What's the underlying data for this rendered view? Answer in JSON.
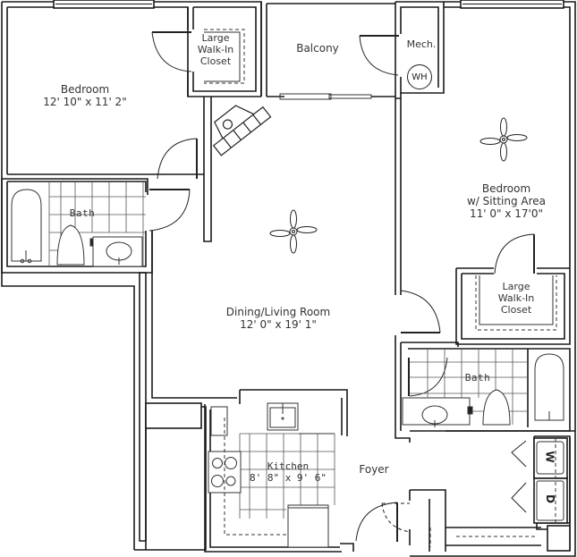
{
  "floorplan": {
    "title": "",
    "colors": {
      "wall": "#1a1a1a",
      "line": "#333333",
      "tile": "#555555",
      "background": "#ffffff"
    },
    "rooms": {
      "bedroom1": {
        "name": "Bedroom",
        "dims": "12' 10\" x 11' 2\""
      },
      "closet1": {
        "line1": "Large",
        "line2": "Walk-In",
        "line3": "Closet"
      },
      "balcony": {
        "name": "Balcony"
      },
      "mech": {
        "name": "Mech.",
        "fixture": "WH"
      },
      "bedroom2": {
        "line1": "Bedroom",
        "line2": "w/ Sitting Area",
        "dims": "11' 0\" x 17'0\""
      },
      "closet2": {
        "line1": "Large",
        "line2": "Walk-In",
        "line3": "Closet"
      },
      "bath1": {
        "name": "Bath"
      },
      "bath2": {
        "name": "Bath"
      },
      "living": {
        "name": "Dining/Living Room",
        "dims": "12' 0\" x 19' 1\""
      },
      "kitchen": {
        "name": "Kitchen",
        "dims": "8' 8\" x 9' 6\""
      },
      "foyer": {
        "name": "Foyer"
      },
      "laundry": {
        "washer": "W",
        "dryer": "D"
      }
    },
    "icons": [
      "ceiling-fan-icon",
      "fireplace-icon",
      "bathtub-icon",
      "toilet-icon",
      "sink-icon",
      "stove-icon",
      "refrigerator-icon",
      "water-heater-icon",
      "washer-icon",
      "dryer-icon",
      "door-swing-icon",
      "window-icon"
    ]
  }
}
